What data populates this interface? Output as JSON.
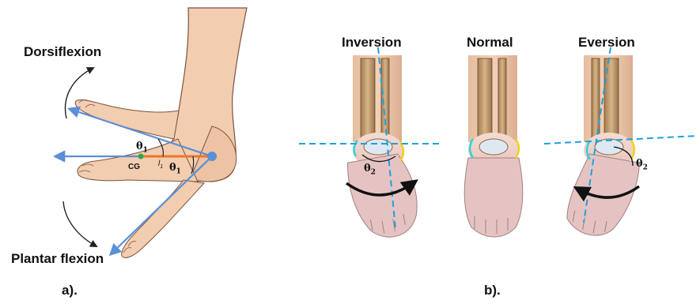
{
  "panel_a": {
    "caption": "a).",
    "labels": {
      "dorsiflexion": "Dorsiflexion",
      "plantar_flexion": "Plantar flexion",
      "cg": "CG",
      "l1": "l",
      "l1_sub": "1",
      "theta1_upper": "θ",
      "theta1_upper_sub": "1",
      "theta1_lower": "θ",
      "theta1_lower_sub": "1"
    }
  },
  "panel_b": {
    "caption": "b).",
    "labels": {
      "inversion": "Inversion",
      "normal": "Normal",
      "eversion": "Eversion",
      "theta2_left": "θ",
      "theta2_left_sub": "2",
      "theta2_right": "θ",
      "theta2_right_sub": "2"
    }
  },
  "colors": {
    "skin": "#f2cdb0",
    "skin_shadow": "#e2b596",
    "outline": "#6a4a3a",
    "vector_blue": "#5b8fd6",
    "lever_orange": "#e8772e",
    "cg_green": "#2ea84a",
    "axis_cyan": "#1ea0e0",
    "bone": "#c9a57a",
    "bone_dark": "#8a6a44",
    "cartilage": "#dde8f2",
    "arc_cyan": "#2fd3d8",
    "arc_yellow": "#f2d21a",
    "foot_pink": "#e6c3c3"
  }
}
